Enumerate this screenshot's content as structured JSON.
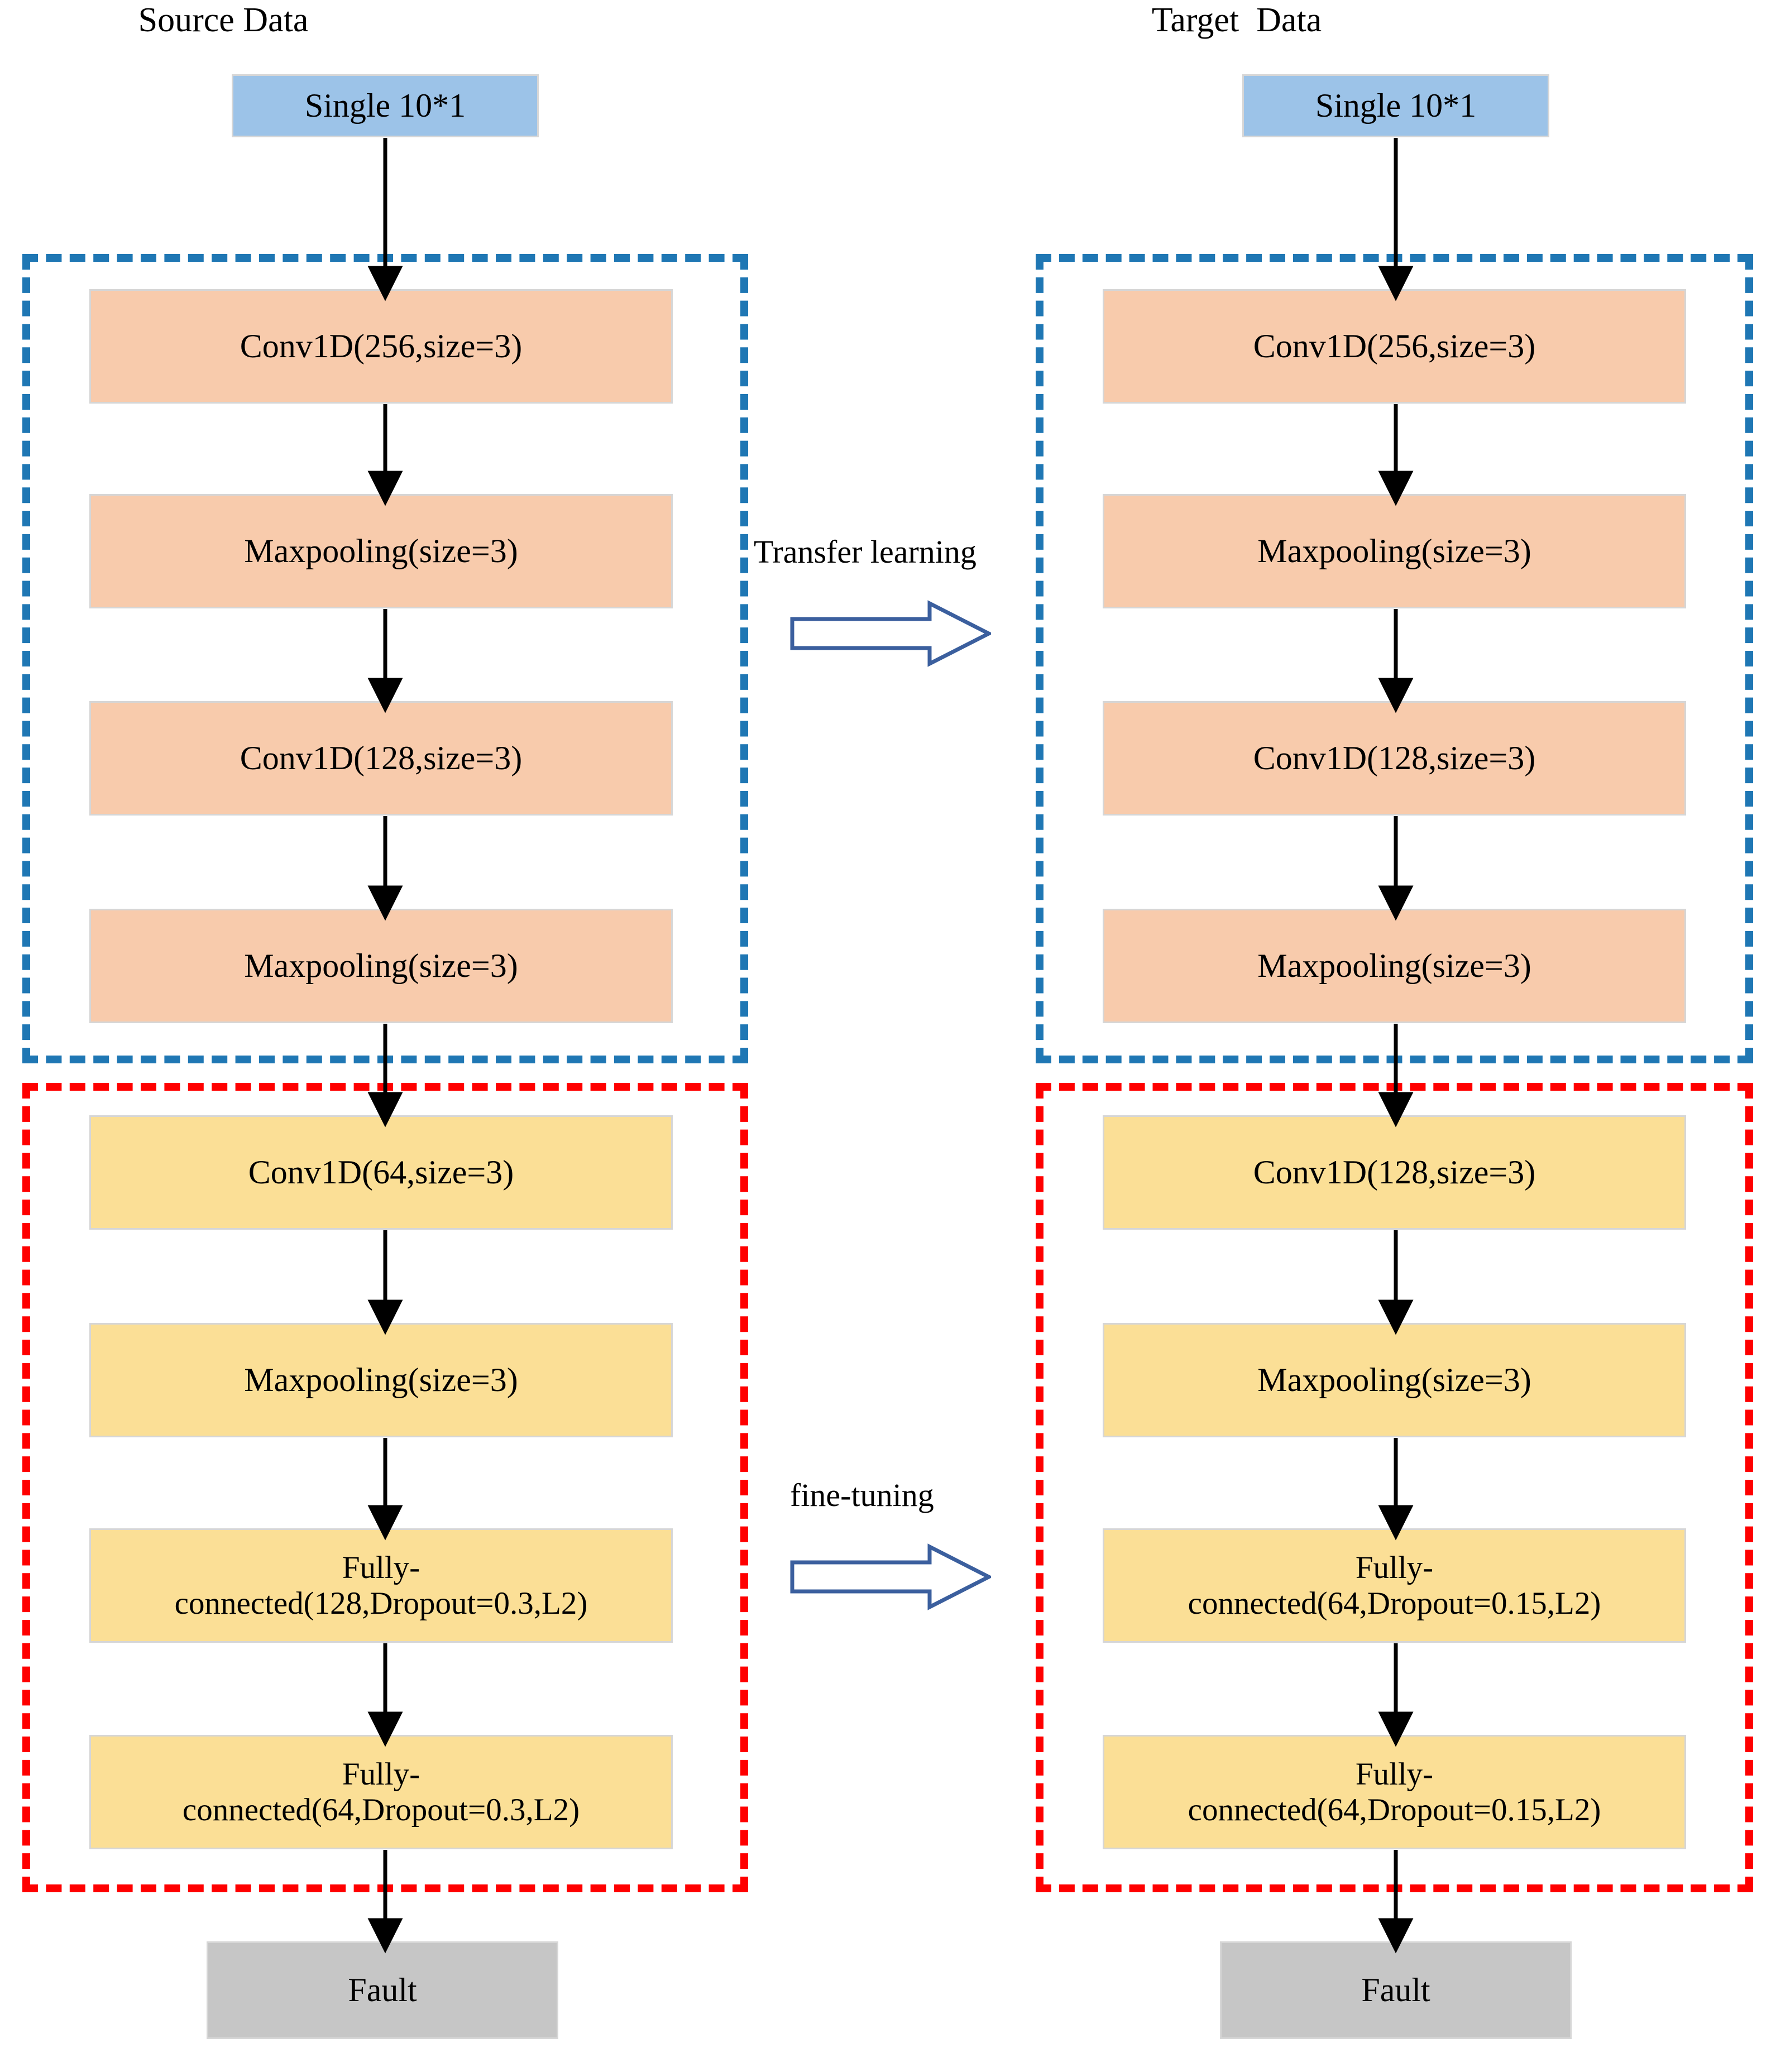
{
  "diagram": {
    "title": "Transfer learning CNN architecture: source and target pipelines",
    "colors": {
      "input_box": "#9CC3E8",
      "frozen_layer_box": "#F8CBAC",
      "tuned_layer_box": "#FBDF96",
      "output_box": "#C6C6C6",
      "frozen_group_border": "#1F77B4",
      "tuned_group_border": "#FF0000",
      "arrow": "#000000",
      "block_arrow_outline": "#3B5F9E"
    }
  },
  "columns": {
    "source": {
      "header": "Source Data",
      "input": "Single 10*1",
      "frozen_layers": [
        "Conv1D(256,size=3)",
        "Maxpooling(size=3)",
        "Conv1D(128,size=3)",
        "Maxpooling(size=3)"
      ],
      "tuned_layers": [
        {
          "line1": "Conv1D(64,size=3)",
          "line2": ""
        },
        {
          "line1": "Maxpooling(size=3)",
          "line2": ""
        },
        {
          "line1": "Fully-",
          "line2": "connected(128,Dropout=0.3,L2)"
        },
        {
          "line1": "Fully-",
          "line2": "connected(64,Dropout=0.3,L2)"
        }
      ],
      "output": "Fault"
    },
    "target": {
      "header": "Target  Data",
      "input": "Single 10*1",
      "frozen_layers": [
        "Conv1D(256,size=3)",
        "Maxpooling(size=3)",
        "Conv1D(128,size=3)",
        "Maxpooling(size=3)"
      ],
      "tuned_layers": [
        {
          "line1": "Conv1D(128,size=3)",
          "line2": ""
        },
        {
          "line1": "Maxpooling(size=3)",
          "line2": ""
        },
        {
          "line1": "Fully-",
          "line2": "connected(64,Dropout=0.15,L2)"
        },
        {
          "line1": "Fully-",
          "line2": "connected(64,Dropout=0.15,L2)"
        }
      ],
      "output": "Fault"
    }
  },
  "transitions": {
    "top": {
      "label": "Transfer learning",
      "icon": "block-arrow-right-icon"
    },
    "bottom": {
      "label": "fine-tuning",
      "icon": "block-arrow-right-icon"
    }
  }
}
